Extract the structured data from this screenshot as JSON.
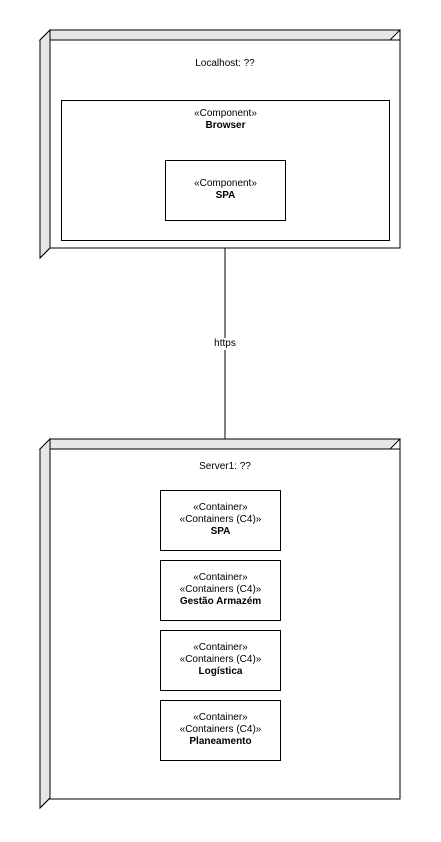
{
  "diagram": {
    "localhost_node": {
      "title": "Localhost: ??",
      "browser_component": {
        "stereotype": "«Component»",
        "name": "Browser"
      },
      "spa_component": {
        "stereotype": "«Component»",
        "name": "SPA"
      }
    },
    "connection": {
      "label": "https"
    },
    "server_node": {
      "title": "Server1: ??",
      "containers": [
        {
          "stereotype1": "«Container»",
          "stereotype2": "«Containers (C4)»",
          "name": "SPA"
        },
        {
          "stereotype1": "«Container»",
          "stereotype2": "«Containers (C4)»",
          "name": "Gestão Armazém"
        },
        {
          "stereotype1": "«Container»",
          "stereotype2": "«Containers (C4)»",
          "name": "Logística"
        },
        {
          "stereotype1": "«Container»",
          "stereotype2": "«Containers (C4)»",
          "name": "Planeamento"
        }
      ]
    }
  }
}
